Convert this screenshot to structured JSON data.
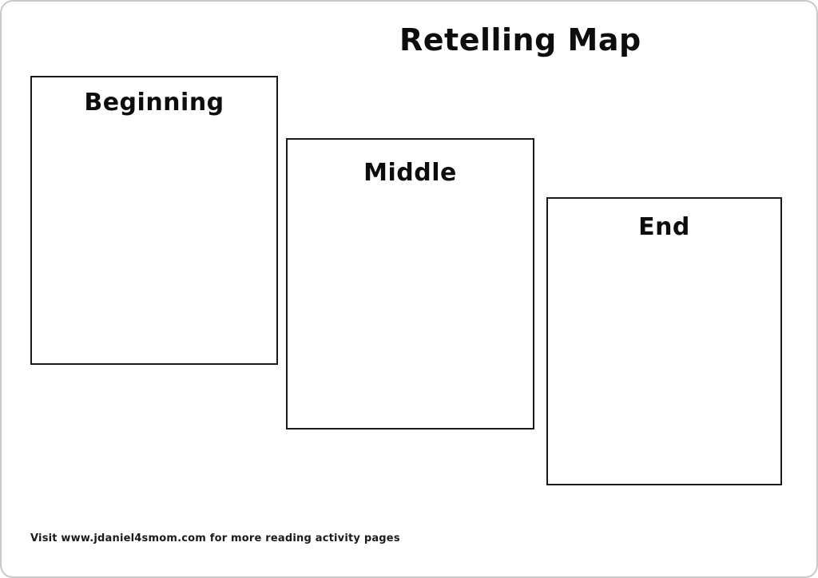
{
  "page": {
    "title": "Retelling Map",
    "footer": "Visit www.jdaniel4smom.com for more reading activity pages"
  },
  "boxes": [
    {
      "label": "Beginning"
    },
    {
      "label": "Middle"
    },
    {
      "label": "End"
    }
  ]
}
